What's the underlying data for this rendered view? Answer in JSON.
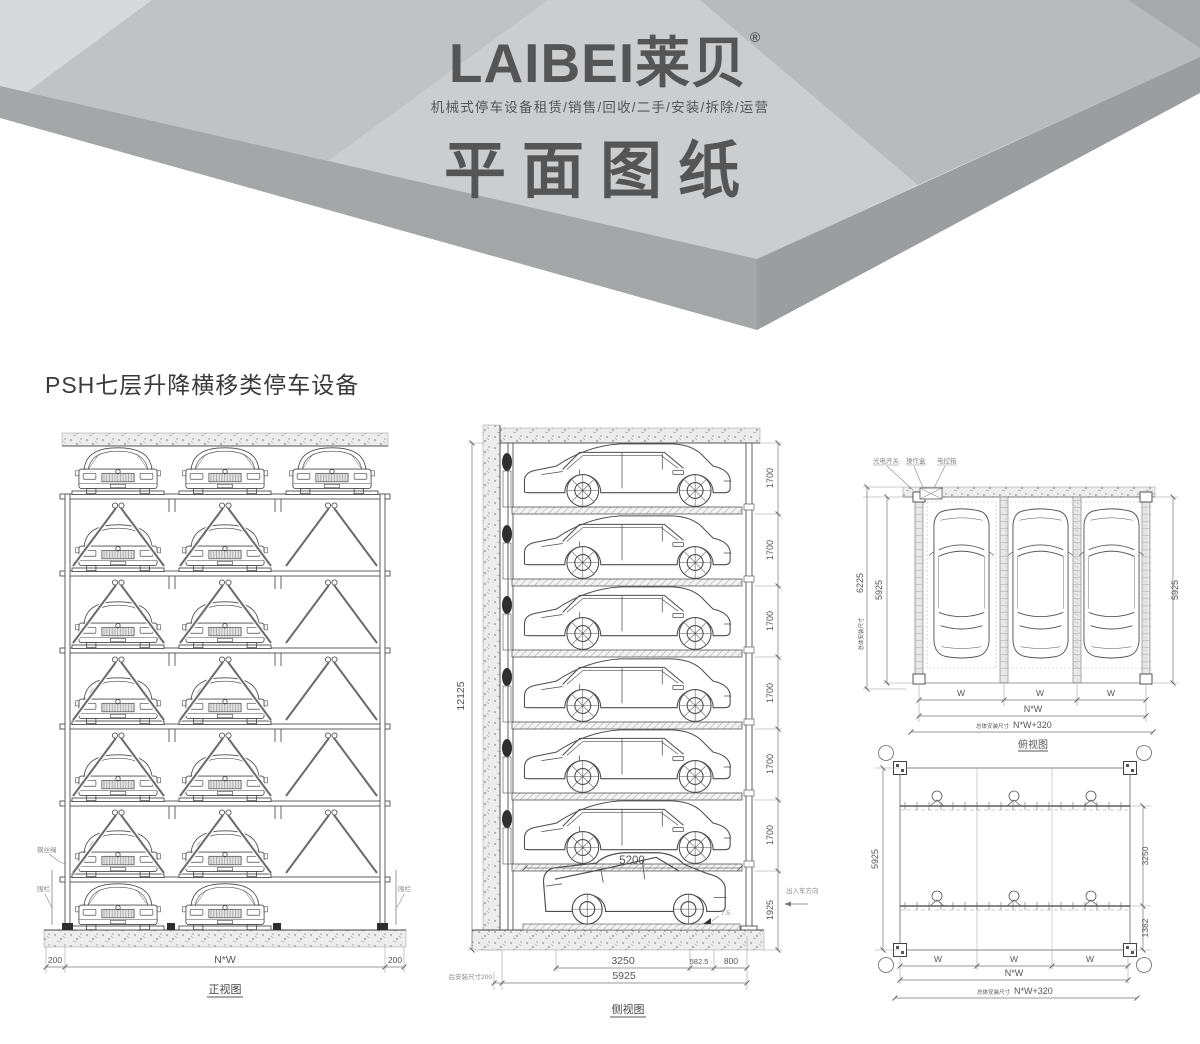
{
  "brand": {
    "logo": "LAIBEI莱贝",
    "registered": "®",
    "tagline": "机械式停车设备租赁/销售/回收/二手/安装/拆除/运营",
    "page_title": "平面图纸"
  },
  "section_heading": "PSH七层升降横移类停车设备",
  "front_view": {
    "caption": "正视图",
    "dim_left_offset": "200",
    "dim_module_width": "N*W",
    "dim_right_offset": "200",
    "label_hoist_rope": "钢丝绳",
    "label_fence_left": "围栏",
    "label_fence_right": "围栏"
  },
  "side_view": {
    "caption": "侧视图",
    "dim_total_height": "12125",
    "dim_level_height": "1700",
    "dim_ground_level_height": "1925",
    "dim_car_length": "5200",
    "dim_platform_length": "3250",
    "dim_front_overhang": "582.5",
    "dim_entry_apron": "800",
    "dim_total_depth": "5925",
    "dim_rear_install": "后安装尺寸200",
    "dim_wheel_stop": "7.5",
    "label_drive_direction": "出入车方向"
  },
  "plan_view": {
    "caption": "俯视图",
    "overall_depth_label": "总体安装尺寸",
    "overall_depth_value": "6225",
    "dim_depth_left": "5925",
    "dim_depth_right": "5925",
    "dim_bay_width": "W",
    "dim_module_width": "N*W",
    "overall_width_label": "总体安装尺寸",
    "overall_width_value": "N*W+320",
    "label_photocell": "光电开关",
    "label_operate_box": "操作盒",
    "label_control_box": "电控箱"
  },
  "foundation_plan": {
    "dim_depth": "5925",
    "dim_rail_spacing": "3250",
    "dim_rear_edge": "1382",
    "dim_bay_width": "W",
    "dim_module_width": "N*W",
    "overall_width_label": "总体安装尺寸",
    "overall_width_value": "N*W+320"
  }
}
